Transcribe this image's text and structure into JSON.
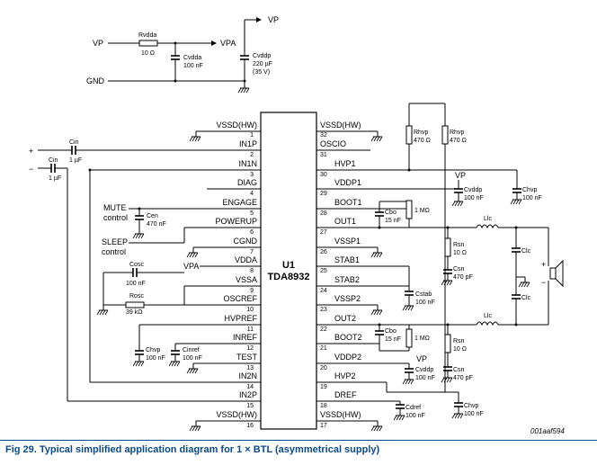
{
  "chip": {
    "ref": "U1",
    "part": "TDA8932"
  },
  "pins_left": [
    {
      "num": "1",
      "name": "VSSD(HW)"
    },
    {
      "num": "2",
      "name": "IN1P"
    },
    {
      "num": "3",
      "name": "IN1N"
    },
    {
      "num": "4",
      "name": "DIAG"
    },
    {
      "num": "5",
      "name": "ENGAGE"
    },
    {
      "num": "6",
      "name": "POWERUP"
    },
    {
      "num": "7",
      "name": "CGND"
    },
    {
      "num": "8",
      "name": "VDDA"
    },
    {
      "num": "9",
      "name": "VSSA"
    },
    {
      "num": "10",
      "name": "OSCREF"
    },
    {
      "num": "11",
      "name": "HVPREF"
    },
    {
      "num": "12",
      "name": "INREF"
    },
    {
      "num": "13",
      "name": "TEST"
    },
    {
      "num": "14",
      "name": "IN2N"
    },
    {
      "num": "15",
      "name": "IN2P"
    },
    {
      "num": "16",
      "name": "VSSD(HW)"
    }
  ],
  "pins_right": [
    {
      "num": "32",
      "name": "VSSD(HW)"
    },
    {
      "num": "31",
      "name": "OSCIO"
    },
    {
      "num": "30",
      "name": "HVP1"
    },
    {
      "num": "29",
      "name": "VDDP1"
    },
    {
      "num": "28",
      "name": "BOOT1"
    },
    {
      "num": "27",
      "name": "OUT1"
    },
    {
      "num": "26",
      "name": "VSSP1"
    },
    {
      "num": "25",
      "name": "STAB1"
    },
    {
      "num": "24",
      "name": "STAB2"
    },
    {
      "num": "23",
      "name": "VSSP2"
    },
    {
      "num": "22",
      "name": "OUT2"
    },
    {
      "num": "21",
      "name": "BOOT2"
    },
    {
      "num": "20",
      "name": "VDDP2"
    },
    {
      "num": "19",
      "name": "HVP2"
    },
    {
      "num": "18",
      "name": "DREF"
    },
    {
      "num": "17",
      "name": "VSSD(HW)"
    }
  ],
  "supply": {
    "vp_out": "VP",
    "vp_in": "VP",
    "vpa": "VPA",
    "gnd": "GND",
    "rvdda": {
      "name": "Rvdda",
      "value": "10 Ω"
    },
    "cvdda": {
      "name": "Cvdda",
      "value": "100 nF"
    },
    "cvddp": {
      "name": "Cvddp",
      "value": "220 µF",
      "rating": "(35 V)"
    }
  },
  "left_parts": {
    "plus": "+",
    "minus": "−",
    "cin1": {
      "name": "Cin",
      "value": "1 µF"
    },
    "cin2": {
      "name": "Cin",
      "value": "1 µF"
    },
    "mute": [
      "MUTE",
      "control"
    ],
    "sleep": [
      "SLEEP",
      "control"
    ],
    "cen": {
      "name": "Cen",
      "value": "470 nF"
    },
    "vpa": "VPA",
    "cosc": {
      "name": "Cosc",
      "value": "100 nF"
    },
    "rosc": {
      "name": "Rosc",
      "value": "39 kΩ"
    },
    "chvp": {
      "name": "Chvp",
      "value": "100 nF"
    },
    "cinref": {
      "name": "Cinref",
      "value": "100 nF"
    }
  },
  "right_parts": {
    "rhvp1": {
      "name": "Rhvp",
      "value": "470 Ω"
    },
    "rhvp2": {
      "name": "Rhvp",
      "value": "470 Ω"
    },
    "vp1": "VP",
    "vp2": "VP",
    "cvddp1": {
      "name": "Cvddp",
      "value": "100 nF"
    },
    "cvddp2": {
      "name": "Cvddp",
      "value": "100 nF"
    },
    "chvp1": {
      "name": "Chvp",
      "value": "100 nF"
    },
    "chvp2": {
      "name": "Chvp",
      "value": "100 nF"
    },
    "cbo1": {
      "name": "Cbo",
      "value": "15 nF"
    },
    "cbo2": {
      "name": "Cbo",
      "value": "15 nF"
    },
    "r1m1": "1 MΩ",
    "r1m2": "1 MΩ",
    "llc1": "Llc",
    "llc2": "Llc",
    "rsn1": {
      "name": "Rsn",
      "value": "10 Ω"
    },
    "rsn2": {
      "name": "Rsn",
      "value": "10 Ω"
    },
    "csn1": {
      "name": "Csn",
      "value": "470 pF"
    },
    "csn2": {
      "name": "Csn",
      "value": "470 pF"
    },
    "clc1": "Clc",
    "clc2": "Clc",
    "cstab": {
      "name": "Cstab",
      "value": "100 nF"
    },
    "cdref": {
      "name": "Cdref",
      "value": "100 nF"
    },
    "spk_plus": "+",
    "spk_minus": "−"
  },
  "figure_code": "001aaf594",
  "caption": "Fig 29.  Typical simplified application diagram for 1 × BTL (asymmetrical supply)"
}
